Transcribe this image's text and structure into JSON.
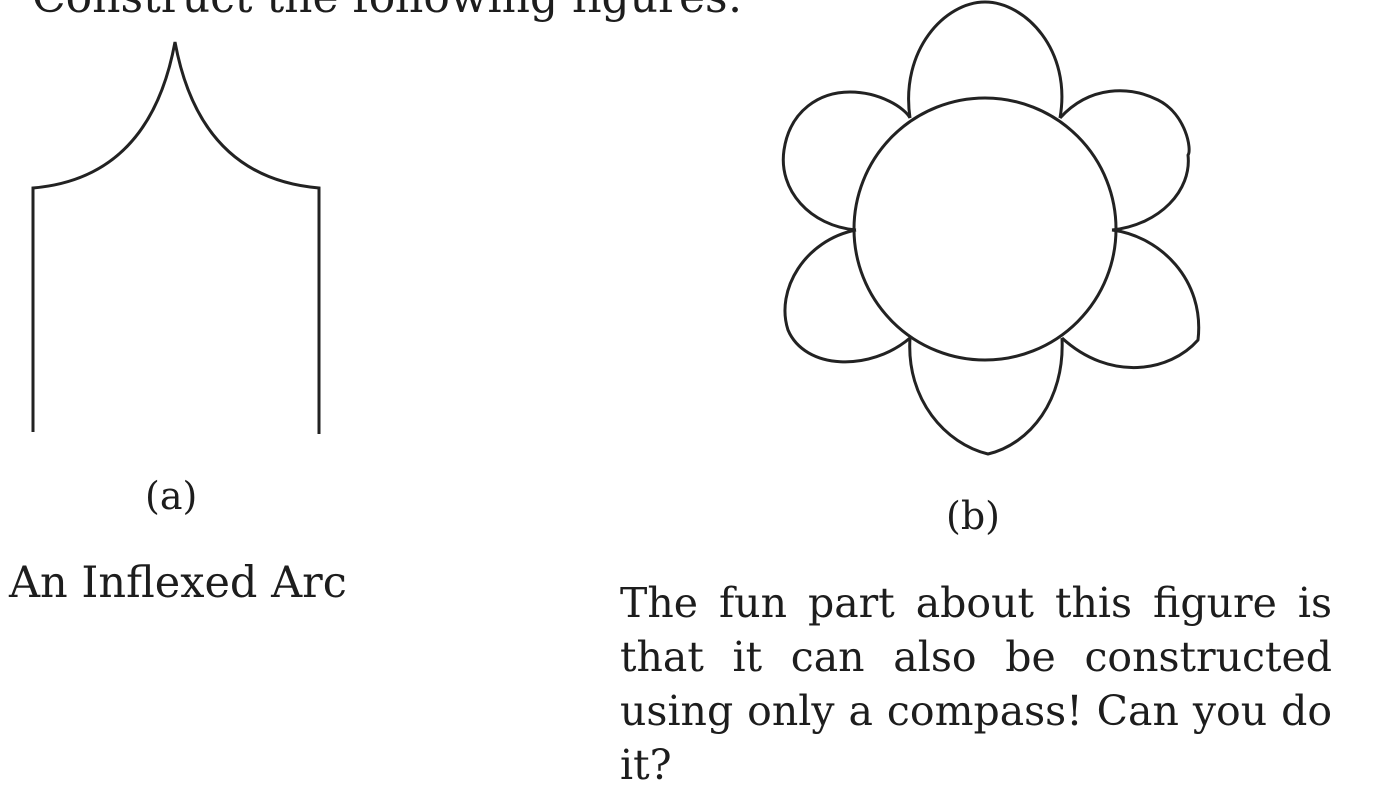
{
  "heading": "Construct the following figures:",
  "figure_a": {
    "label": "(a)",
    "caption": "An Inflexed Arc"
  },
  "figure_b": {
    "label": "(b)",
    "caption": "The fun part about this figure is that it can also be constructed using only a compass! Can you do it?"
  },
  "colors": {
    "stroke": "#222222",
    "text": "#1d1d1d",
    "background": "#ffffff"
  }
}
